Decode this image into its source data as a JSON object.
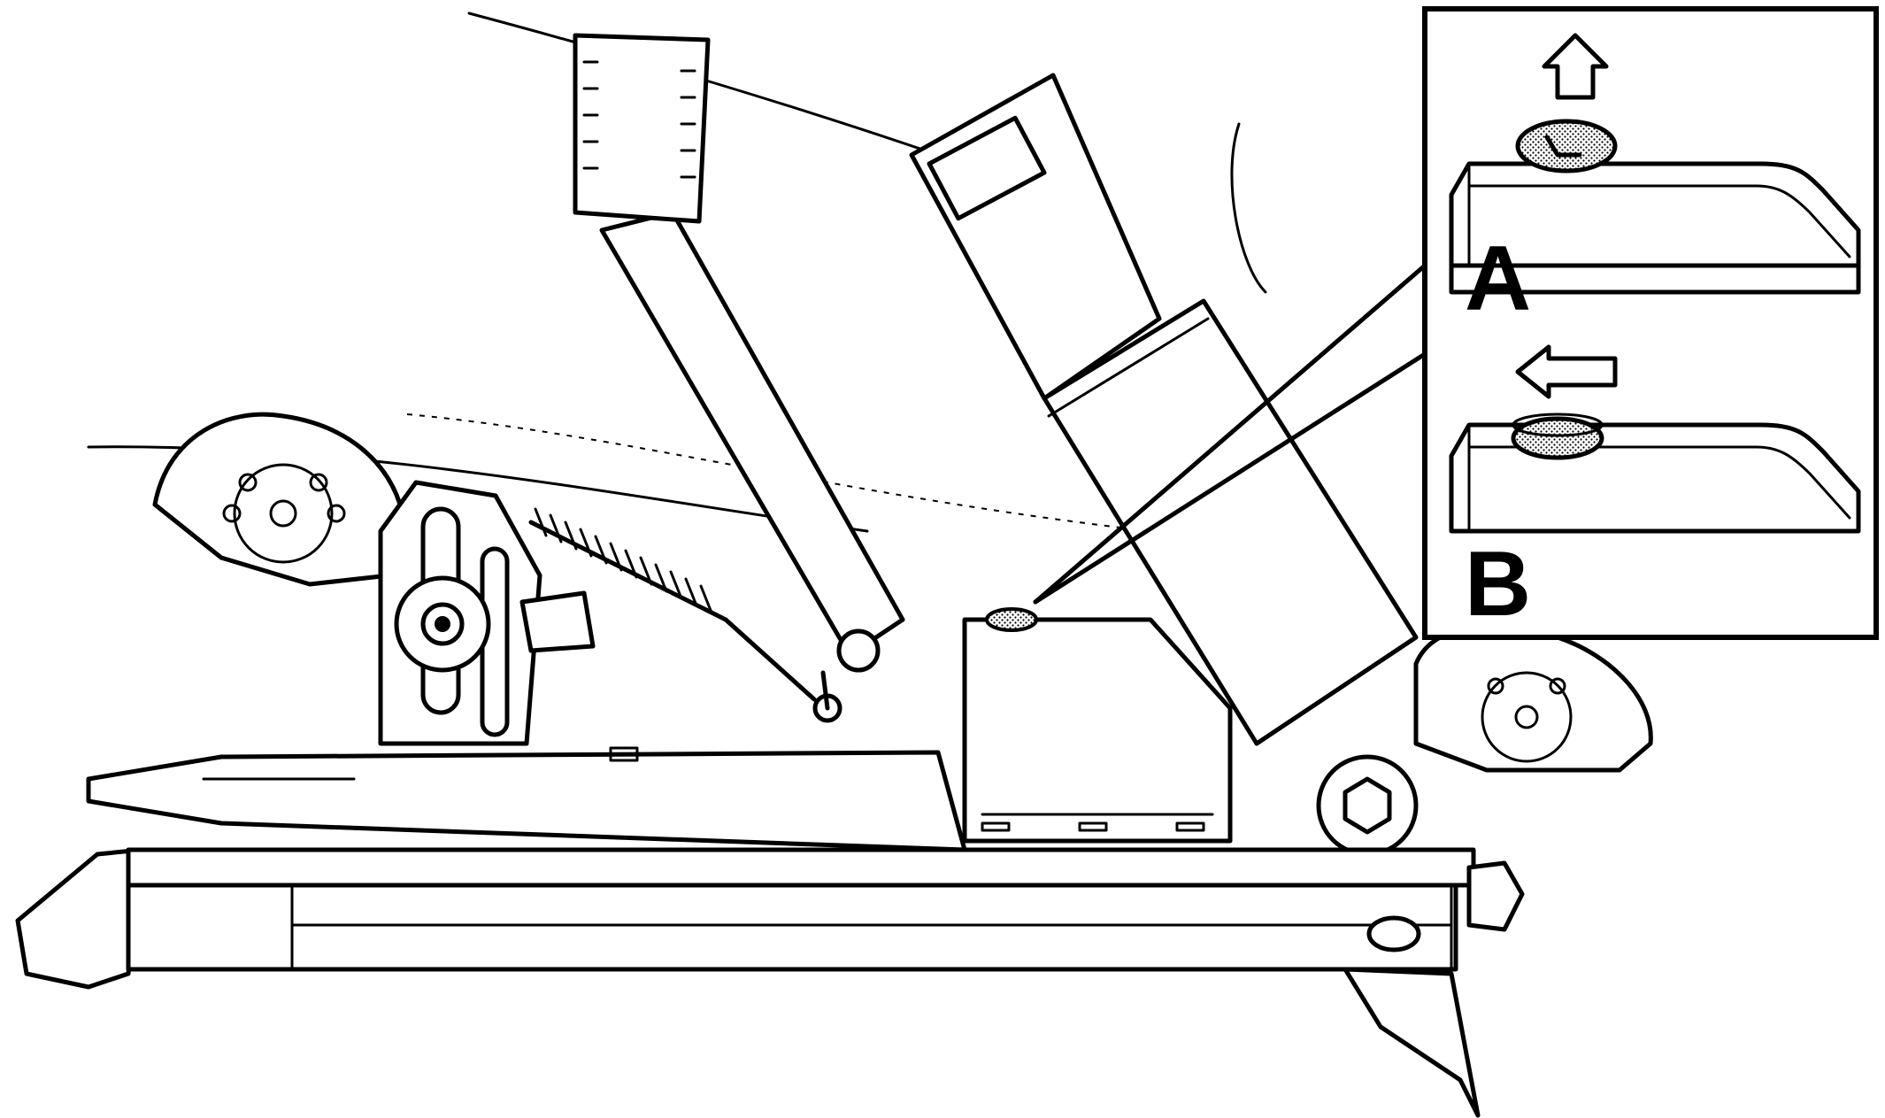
{
  "figure": {
    "inset_labels": {
      "a": "A",
      "b": "B"
    },
    "colors": {
      "line": "#000000",
      "background": "#ffffff"
    },
    "icons": {
      "arrow_a": "up-arrow",
      "arrow_b": "left-arrow"
    }
  }
}
